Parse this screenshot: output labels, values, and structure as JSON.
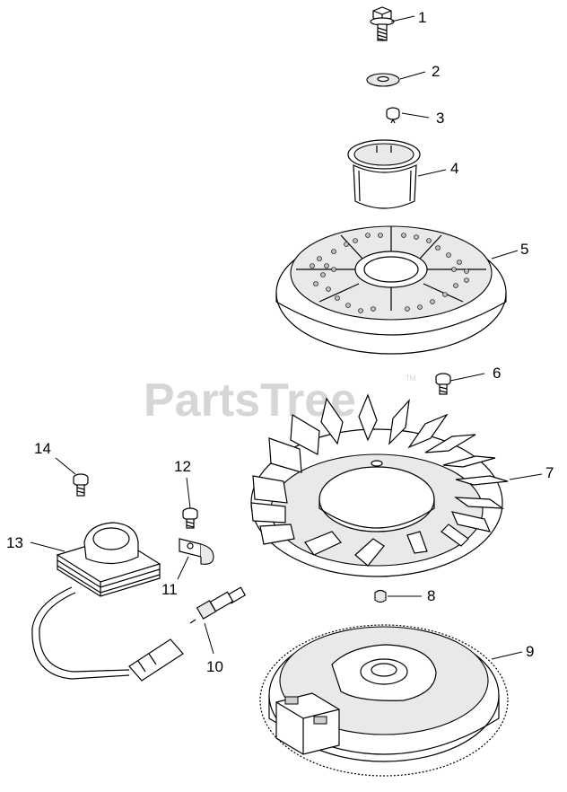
{
  "watermark": {
    "text": "PartsTree",
    "trademark": "TM"
  },
  "callouts": [
    {
      "id": "c1",
      "label": "1"
    },
    {
      "id": "c2",
      "label": "2"
    },
    {
      "id": "c3",
      "label": "3"
    },
    {
      "id": "c4",
      "label": "4"
    },
    {
      "id": "c5",
      "label": "5"
    },
    {
      "id": "c6",
      "label": "6"
    },
    {
      "id": "c7",
      "label": "7"
    },
    {
      "id": "c8",
      "label": "8"
    },
    {
      "id": "c9",
      "label": "9"
    },
    {
      "id": "c10",
      "label": "10"
    },
    {
      "id": "c11",
      "label": "11"
    },
    {
      "id": "c12",
      "label": "12"
    },
    {
      "id": "c13",
      "label": "13"
    },
    {
      "id": "c14",
      "label": "14"
    }
  ]
}
